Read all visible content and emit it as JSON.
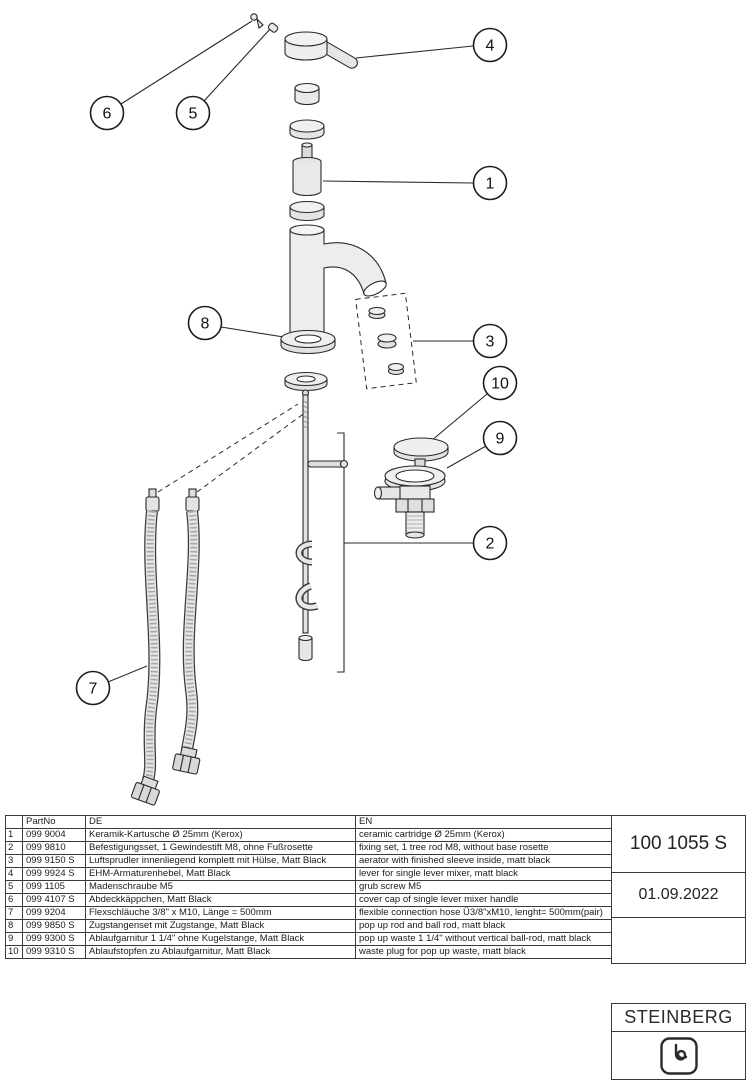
{
  "meta": {
    "product_code": "100 1055 S",
    "date": "01.09.2022",
    "brand": "STEINBERG"
  },
  "callouts": [
    {
      "number": "1"
    },
    {
      "number": "2"
    },
    {
      "number": "3"
    },
    {
      "number": "4"
    },
    {
      "number": "5"
    },
    {
      "number": "6"
    },
    {
      "number": "7"
    },
    {
      "number": "8"
    },
    {
      "number": "9"
    },
    {
      "number": "10"
    }
  ],
  "table": {
    "headers": {
      "pos": "",
      "part_no": "PartNo",
      "de": "DE",
      "en": "EN"
    },
    "rows": [
      {
        "pos": "1",
        "part_no": "099 9004",
        "de": "Keramik-Kartusche Ø 25mm (Kerox)",
        "en": "ceramic cartridge Ø 25mm (Kerox)"
      },
      {
        "pos": "2",
        "part_no": "099 9810",
        "de": "Befestigungsset, 1 Gewindestift M8, ohne Fußrosette",
        "en": "fixing set, 1 tree rod M8, without base rosette"
      },
      {
        "pos": "3",
        "part_no": "099 9150 S",
        "de": "Luftsprudler innenliegend komplett mit Hülse, Matt Black",
        "en": "aerator with finished sleeve inside, matt black"
      },
      {
        "pos": "4",
        "part_no": "099 9924 S",
        "de": "EHM-Armaturenhebel, Matt Black",
        "en": "lever for single lever mixer, matt black"
      },
      {
        "pos": "5",
        "part_no": "099 1105",
        "de": "Madenschraube M5",
        "en": "grub screw M5"
      },
      {
        "pos": "6",
        "part_no": "099 4107 S",
        "de": "Abdeckkäppchen, Matt Black",
        "en": "cover cap of single lever mixer handle"
      },
      {
        "pos": "7",
        "part_no": "099 9204",
        "de": "Flexschläuche 3/8\" x M10, Länge = 500mm",
        "en": "flexible connection hose Ü3/8\"xM10, lenght= 500mm(pair)"
      },
      {
        "pos": "8",
        "part_no": "099 9850 S",
        "de": "Zugstangenset mit Zugstange, Matt Black",
        "en": "pop up rod and ball rod, matt black"
      },
      {
        "pos": "9",
        "part_no": "099 9300 S",
        "de": "Ablaufgarnitur 1 1/4\" ohne Kugelstange, Matt Black",
        "en": "pop up waste 1 1/4\" without vertical ball-rod, matt black"
      },
      {
        "pos": "10",
        "part_no": "099 9310 S",
        "de": "Ablaufstopfen zu Ablaufgarnitur, Matt Black",
        "en": "waste plug for pop up waste, matt black"
      }
    ]
  }
}
